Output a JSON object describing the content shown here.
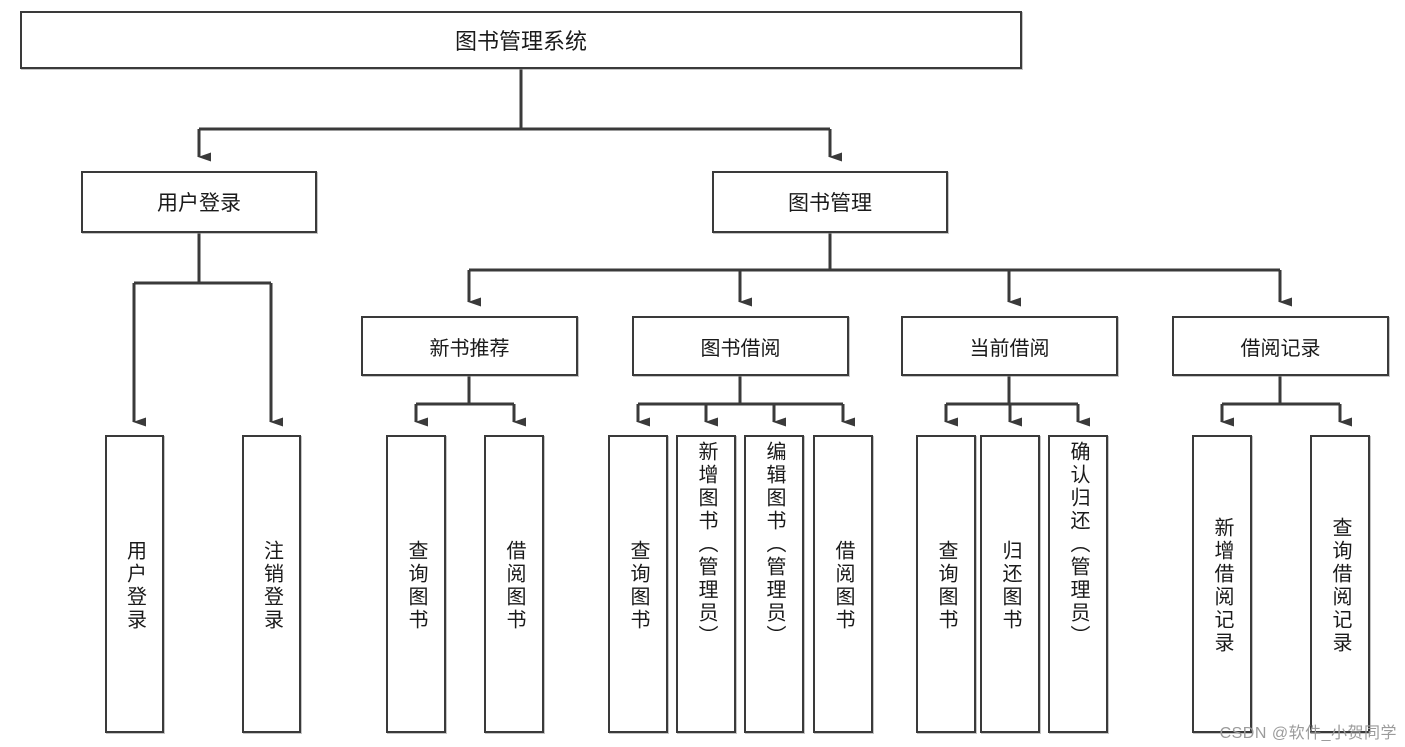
{
  "diagram": {
    "title": "图书管理系统",
    "type": "tree-hierarchy-diagram",
    "root": {
      "id": "root",
      "label": "图书管理系统"
    },
    "level1": [
      {
        "id": "user-login",
        "label": "用户登录"
      },
      {
        "id": "book-management",
        "label": "图书管理"
      }
    ],
    "level2": [
      {
        "id": "new-book-recommend",
        "label": "新书推荐",
        "parent": "book-management"
      },
      {
        "id": "book-borrow",
        "label": "图书借阅",
        "parent": "book-management"
      },
      {
        "id": "current-borrow",
        "label": "当前借阅",
        "parent": "book-management"
      },
      {
        "id": "borrow-record",
        "label": "借阅记录",
        "parent": "book-management"
      }
    ],
    "leaves": [
      {
        "id": "leaf-user-login",
        "label": "用户登录",
        "parent": "user-login"
      },
      {
        "id": "leaf-logout-login",
        "label": "注销登录",
        "parent": "user-login"
      },
      {
        "id": "leaf-query-book-1",
        "label": "查询图书",
        "parent": "new-book-recommend"
      },
      {
        "id": "leaf-borrow-book-1",
        "label": "借阅图书",
        "parent": "new-book-recommend"
      },
      {
        "id": "leaf-query-book-2",
        "label": "查询图书",
        "parent": "book-borrow"
      },
      {
        "id": "leaf-add-book",
        "label": "新增图书（管理员）",
        "parent": "book-borrow"
      },
      {
        "id": "leaf-edit-book",
        "label": "编辑图书（管理员）",
        "parent": "book-borrow"
      },
      {
        "id": "leaf-borrow-book-2",
        "label": "借阅图书",
        "parent": "book-borrow"
      },
      {
        "id": "leaf-query-book-3",
        "label": "查询图书",
        "parent": "current-borrow"
      },
      {
        "id": "leaf-return-book",
        "label": "归还图书",
        "parent": "current-borrow"
      },
      {
        "id": "leaf-confirm-return",
        "label": "确认归还（管理员）",
        "parent": "current-borrow"
      },
      {
        "id": "leaf-add-borrow-record",
        "label": "新增借阅记录",
        "parent": "borrow-record"
      },
      {
        "id": "leaf-query-borrow-record",
        "label": "查询借阅记录",
        "parent": "borrow-record"
      }
    ],
    "watermark": "CSDN @软件_小贺同学",
    "colors": {
      "stroke": "#3a3a3a",
      "box_fill": "#ffffff",
      "text": "#1a1a1a",
      "watermark": "#9b9b9b",
      "background": "#ffffff"
    }
  }
}
